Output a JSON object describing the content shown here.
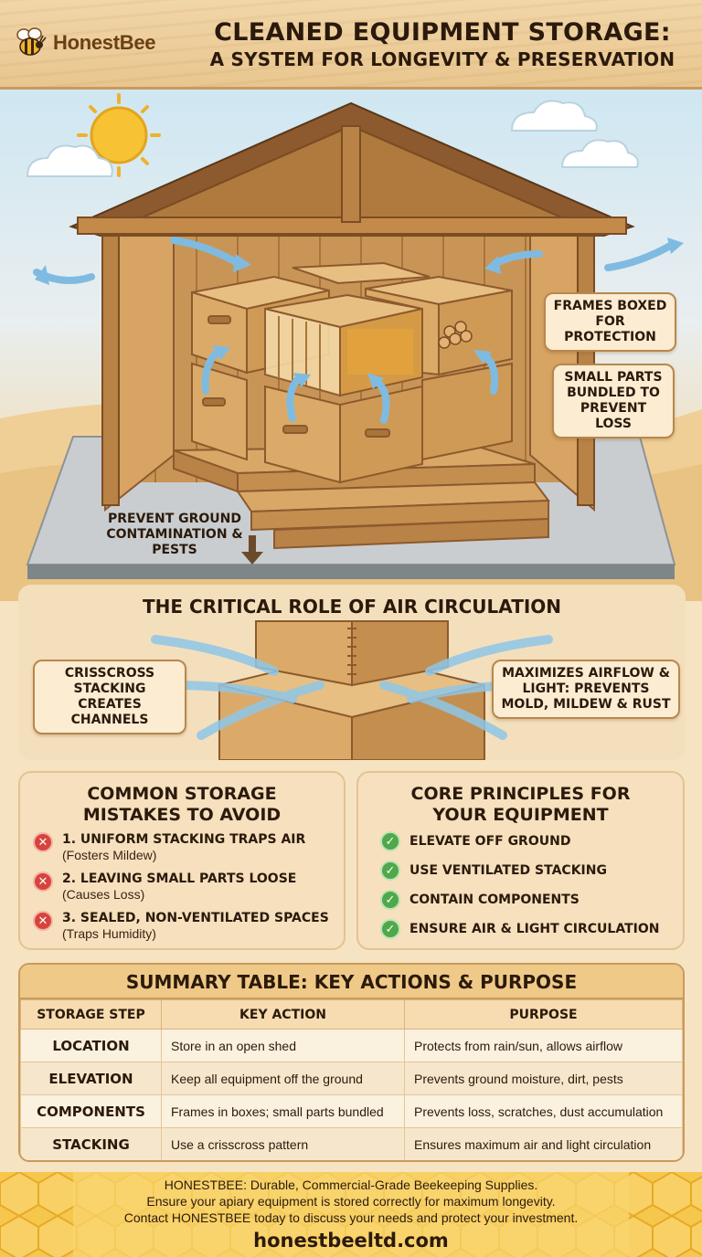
{
  "brand": {
    "name": "HonestBee"
  },
  "header": {
    "title_line1": "CLEANED EQUIPMENT STORAGE:",
    "title_line2": "A SYSTEM FOR LONGEVITY & PRESERVATION"
  },
  "hero": {
    "callout_frames": "FRAMES BOXED FOR PROTECTION",
    "callout_parts": "SMALL PARTS BUNDLED TO PREVENT LOSS",
    "label_ground": "PREVENT GROUND CONTAMINATION & PESTS"
  },
  "air": {
    "title": "THE CRITICAL ROLE OF AIR CIRCULATION",
    "callout_left": "CRISSCROSS STACKING CREATES CHANNELS",
    "callout_right": "MAXIMIZES AIRFLOW & LIGHT: PREVENTS MOLD, MILDEW & RUST"
  },
  "mistakes": {
    "title_line1": "COMMON STORAGE",
    "title_line2": "MISTAKES TO AVOID",
    "items": [
      {
        "main": "1. UNIFORM STACKING TRAPS AIR",
        "sub": "(Fosters Mildew)"
      },
      {
        "main": "2. LEAVING SMALL PARTS LOOSE",
        "sub": "(Causes Loss)"
      },
      {
        "main": "3. SEALED, NON-VENTILATED SPACES",
        "sub": "(Traps Humidity)"
      }
    ]
  },
  "principles": {
    "title_line1": "CORE PRINCIPLES FOR",
    "title_line2": "YOUR EQUIPMENT",
    "items": [
      "ELEVATE OFF GROUND",
      "USE VENTILATED STACKING",
      "CONTAIN COMPONENTS",
      "ENSURE AIR & LIGHT CIRCULATION"
    ]
  },
  "table": {
    "title": "SUMMARY TABLE: KEY ACTIONS & PURPOSE",
    "headers": [
      "STORAGE STEP",
      "KEY ACTION",
      "PURPOSE"
    ],
    "rows": [
      [
        "LOCATION",
        "Store in an open shed",
        "Protects from rain/sun, allows airflow"
      ],
      [
        "ELEVATION",
        "Keep all equipment off the ground",
        "Prevents ground moisture, dirt, pests"
      ],
      [
        "COMPONENTS",
        "Frames in boxes; small parts bundled",
        "Prevents loss, scratches, dust accumulation"
      ],
      [
        "STACKING",
        "Use a crisscross pattern",
        "Ensures maximum air and light circulation"
      ]
    ]
  },
  "footer": {
    "line1": "HONESTBEE: Durable, Commercial-Grade Beekeeping Supplies.",
    "line2": "Ensure your apiary equipment is stored correctly for maximum longevity.",
    "line3": "Contact HONESTBEE today to discuss your needs and protect your investment.",
    "url": "honestbeeltd.com"
  },
  "colors": {
    "wood": "#d9a867",
    "wood_dark": "#a8743a",
    "roof": "#8c5a2e",
    "sky": "#cfe7f2",
    "air_arrow": "#8fc7e8",
    "error_red": "#d7443b",
    "check_green": "#4fa84a",
    "honey": "#f6c74d"
  },
  "icons": [
    "bee-icon",
    "sun-icon",
    "cloud-icon",
    "airflow-arrow-icon",
    "down-arrow-icon",
    "x-icon",
    "check-icon",
    "honeycomb-pattern"
  ]
}
